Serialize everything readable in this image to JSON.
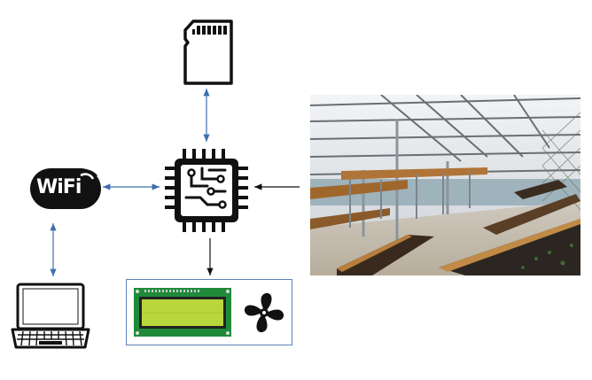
{
  "diagram": {
    "nodes": [
      {
        "id": "sd-card",
        "icon": "sd-card-icon"
      },
      {
        "id": "microcontroller",
        "icon": "microchip-icon"
      },
      {
        "id": "wifi",
        "icon": "wifi-icon",
        "label": "WiFi"
      },
      {
        "id": "laptop",
        "icon": "laptop-icon"
      },
      {
        "id": "outputs",
        "icon": "lcd-display-icon"
      },
      {
        "id": "fan",
        "icon": "fan-icon"
      },
      {
        "id": "greenhouse",
        "icon": "greenhouse-photo"
      }
    ],
    "edges": [
      {
        "from": "sd-card",
        "to": "microcontroller",
        "direction": "both"
      },
      {
        "from": "wifi",
        "to": "microcontroller",
        "direction": "both"
      },
      {
        "from": "wifi",
        "to": "laptop",
        "direction": "both"
      },
      {
        "from": "greenhouse",
        "to": "microcontroller",
        "direction": "forward"
      },
      {
        "from": "microcontroller",
        "to": "outputs",
        "direction": "forward"
      }
    ],
    "colors": {
      "arrow_blue": "#3d6fae",
      "arrow_black": "#111111",
      "lcd_green": "#b9d63d",
      "pcb_green": "#1f8a3a",
      "box_border": "#5b82b8"
    }
  }
}
